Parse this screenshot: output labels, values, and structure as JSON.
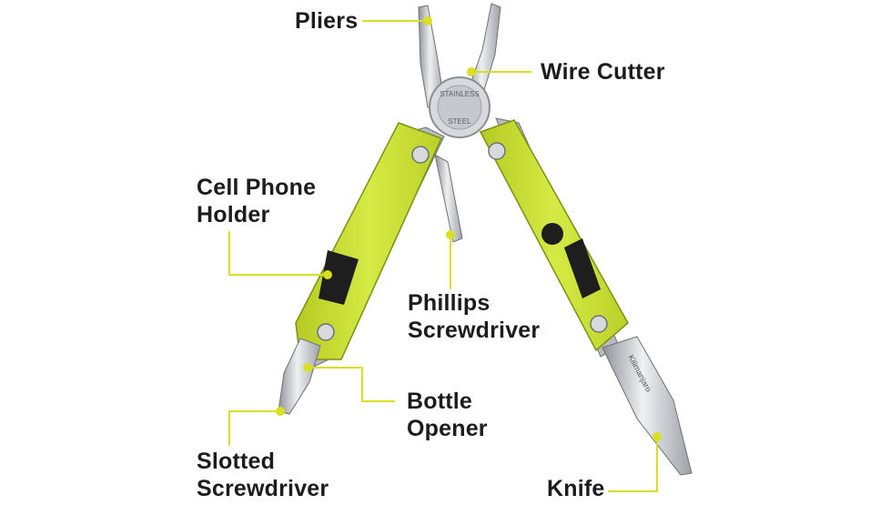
{
  "colors": {
    "handle": "#cde23a",
    "handle_dark": "#a9bd1f",
    "steel": "#c9ccd0",
    "steel_dark": "#8a8e93",
    "leader": "#d9e021",
    "text": "#1c1c1c"
  },
  "tool": {
    "pivot_text_top": "STAINLESS",
    "pivot_text_bottom": "STEEL",
    "blade_brand": "Kilimanjaro"
  },
  "labels": {
    "pliers": {
      "lines": [
        "Pliers"
      ]
    },
    "wire_cutter": {
      "lines": [
        "Wire Cutter"
      ]
    },
    "cell_phone_holder": {
      "lines": [
        "Cell Phone",
        "Holder"
      ]
    },
    "phillips_screwdriver": {
      "lines": [
        "Phillips",
        "Screwdriver"
      ]
    },
    "bottle_opener": {
      "lines": [
        "Bottle",
        "Opener"
      ]
    },
    "slotted_screwdriver": {
      "lines": [
        "Slotted",
        "Screwdriver"
      ]
    },
    "knife": {
      "lines": [
        "Knife"
      ]
    }
  }
}
